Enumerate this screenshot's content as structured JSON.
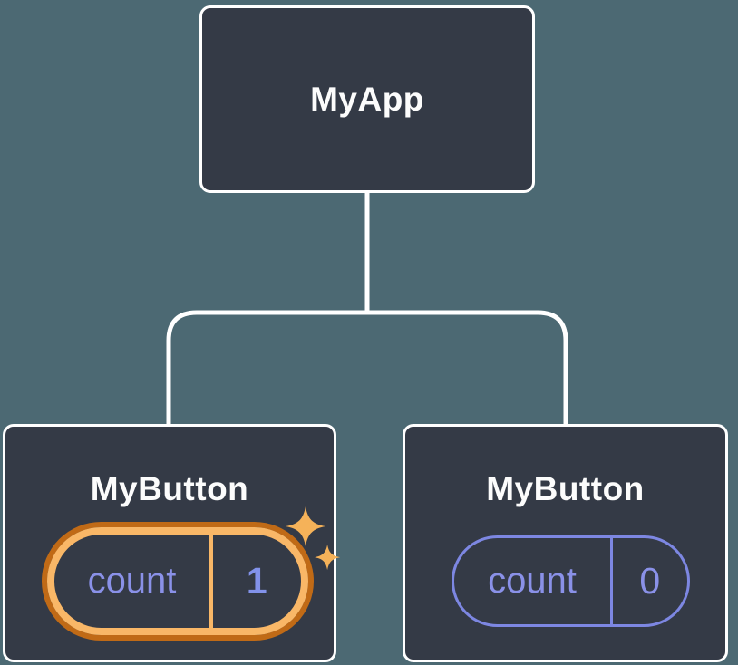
{
  "tree": {
    "root": {
      "label": "MyApp"
    },
    "children": [
      {
        "label": "MyButton",
        "state_name": "count",
        "state_value": "1",
        "highlighted": true
      },
      {
        "label": "MyButton",
        "state_name": "count",
        "state_value": "0",
        "highlighted": false
      }
    ]
  },
  "icons": {
    "sparkles": "two four-point sparkle stars"
  },
  "colors": {
    "background": "#4C6973",
    "node_fill": "#343A46",
    "node_border": "#FFFFFF",
    "connector": "#FFFFFF",
    "node_label_text": "#FCFCFC",
    "state_text": "#8A91E8",
    "state_value_text": "#8292EA",
    "pill_border": "#7D87E2",
    "ring_inner": "#F9B767",
    "ring_outer": "#C06A16",
    "sparkle": "#F5B259"
  }
}
